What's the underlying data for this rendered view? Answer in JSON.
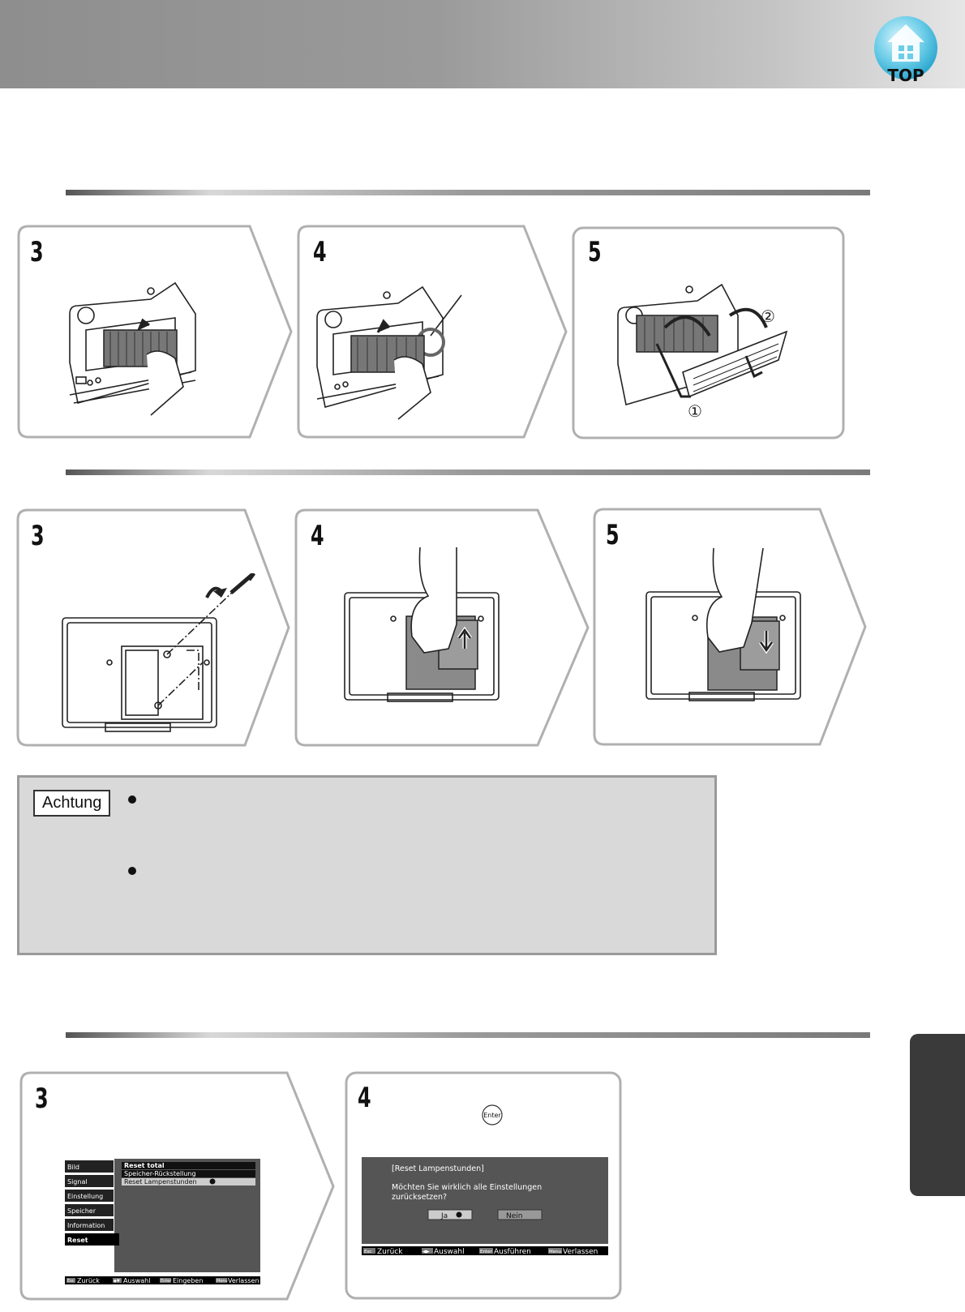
{
  "header": {
    "top_label": "TOP"
  },
  "sections": [
    {
      "steps": [
        "3",
        "4",
        "5"
      ],
      "callout_marks": [
        "②",
        "①"
      ]
    },
    {
      "steps": [
        "3",
        "4",
        "5"
      ]
    },
    {
      "steps": [
        "3",
        "4"
      ]
    }
  ],
  "caution": {
    "label": "Achtung"
  },
  "reset_menu": {
    "sidebar_items": [
      "Bild",
      "Signal",
      "Einstellung",
      "Speicher",
      "Information",
      "Reset"
    ],
    "options": [
      "Reset total",
      "Speicher-Rückstellung",
      "Reset Lampenstunden"
    ],
    "footer": [
      {
        "key": "Esc",
        "label": "Zurück"
      },
      {
        "key": "◆▼",
        "label": "Auswahl"
      },
      {
        "key": "Enter",
        "label": "Eingeben"
      },
      {
        "key": "Menu",
        "label": "Verlassen"
      }
    ]
  },
  "enter_button": {
    "label": "Enter"
  },
  "confirm_dialog": {
    "title": "[Reset Lampenstunden]",
    "message_line1": "Möchten Sie wirklich alle Einstellungen",
    "message_line2": "zurücksetzen?",
    "yes_label": "Ja",
    "no_label": "Nein",
    "footer": [
      {
        "key": "Esc",
        "label": "Zurück"
      },
      {
        "key": "◀▶",
        "label": "Auswahl"
      },
      {
        "key": "Enter",
        "label": "Ausführen"
      },
      {
        "key": "Menu",
        "label": "Verlassen"
      }
    ]
  },
  "colors": {
    "header_gray": "#9a9a9a",
    "frame_gray": "#b0b0b0",
    "caution_bg": "#d9d9d9",
    "osd_bg": "#555555",
    "top_icon": "#6ccde8"
  }
}
